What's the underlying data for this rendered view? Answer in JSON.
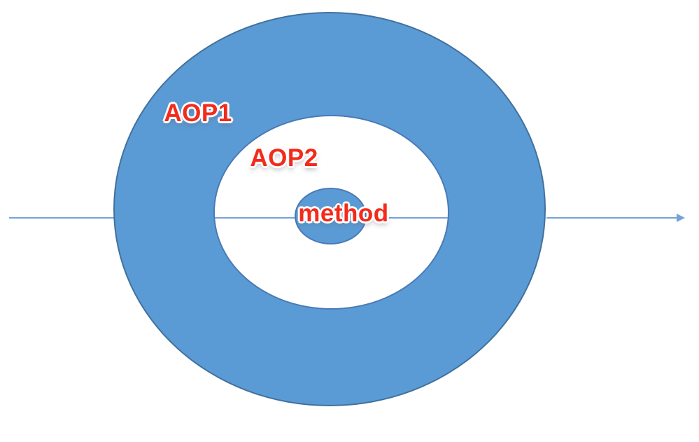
{
  "diagram": {
    "type": "concentric-rings",
    "rings": [
      {
        "name": "outer-ring",
        "label": "AOP1",
        "fill": "#5b9bd5"
      },
      {
        "name": "middle-ring",
        "label": "AOP2",
        "fill": "#ffffff"
      },
      {
        "name": "inner-ring",
        "label": "method",
        "fill": "#5b9bd5"
      }
    ],
    "arrow": {
      "direction": "right",
      "color": "#74a3d6"
    },
    "colors": {
      "ring_fill": "#5b9bd5",
      "ring_border": "#41719c",
      "label_text": "#f22b1b",
      "label_outline": "#ffffff",
      "background": "#ffffff"
    }
  }
}
